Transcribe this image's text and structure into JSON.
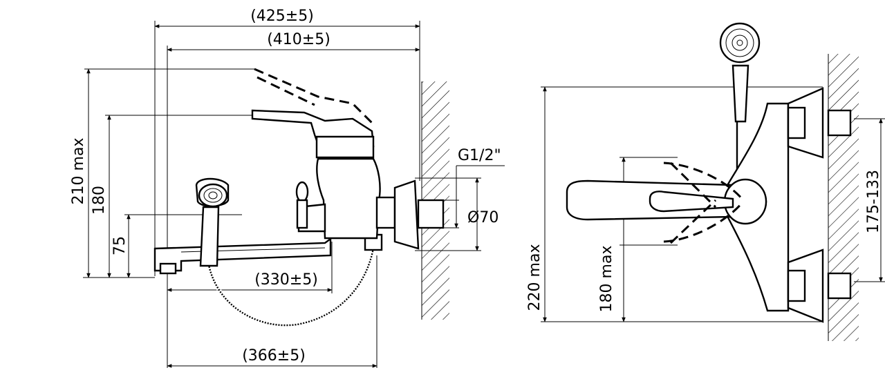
{
  "dimensions": {
    "overall_length": "(425±5)",
    "body_length": "(410±5)",
    "spout_length": "(330±5)",
    "hose_span": "(366±5)",
    "max_height_left": "210 max",
    "height_180": "180",
    "height_75": "75",
    "thread": "G1/2\"",
    "flange_diameter": "Ø70",
    "max_height_right": "220 max",
    "handle_height": "180 max",
    "center_distance": "175-133"
  },
  "colors": {
    "line": "#000000",
    "background": "#ffffff"
  }
}
